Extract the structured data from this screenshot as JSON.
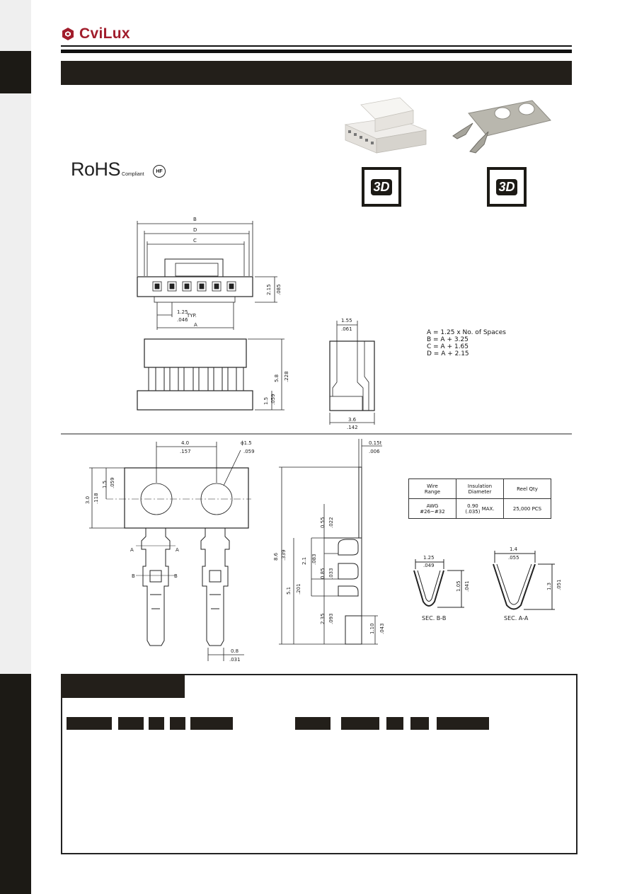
{
  "brand": {
    "name": "CviLux",
    "color": "#a11d2c"
  },
  "compliance": {
    "rohs_main": "RoHS",
    "rohs_sub": "Compliant",
    "hf": "HF"
  },
  "badges": [
    {
      "label": "3D",
      "icon": "3d-model-icon"
    },
    {
      "label": "3D",
      "icon": "3d-model-icon"
    }
  ],
  "housing_drawing": {
    "dim_B": "B",
    "dim_D": "D",
    "dim_C": "C",
    "dim_A": "A",
    "pitch_mm": "1.25",
    "pitch_in": ".046",
    "pitch_note": "TYP.",
    "height_mm": "2.15",
    "height_in": ".085",
    "front_h_mm": "5.8",
    "front_h_in": ".228",
    "base_h_mm": "1.5",
    "base_h_in": ".059",
    "side_top_mm": "1.55",
    "side_top_in": ".061",
    "side_w_mm": "3.6",
    "side_w_in": ".142"
  },
  "formulas": [
    "A = 1.25 x No. of Spaces",
    "B = A + 3.25",
    "C = A + 1.65",
    "D = A + 2.15"
  ],
  "terminal_drawing": {
    "pitch_mm": "4.0",
    "pitch_in": ".157",
    "hole_mm": "ϕ1.5",
    "hole_in": ".059",
    "carrier_h_mm": "3.0",
    "carrier_h_in": ".118",
    "half_h_mm": "1.5",
    "half_h_in": ".059",
    "thick_mm": "0.15t",
    "thick_in": ".006",
    "width_mm": "0.8",
    "width_in": ".031",
    "total_mm": "8.6",
    "total_in": ".339",
    "d055_mm": "0.55",
    "d055_in": ".022",
    "d21_mm": "2.1",
    "d21_in": ".083",
    "d085_mm": "0.85",
    "d085_in": ".033",
    "d51_mm": "5.1",
    "d51_in": ".201",
    "d235_mm": "2.35",
    "d235_in": ".093",
    "d110_mm": "1.10",
    "d110_in": ".043",
    "sec_A": "A",
    "sec_B": "B"
  },
  "spec_table": {
    "headers": [
      "Wire\nRange",
      "Insulation\nDiameter",
      "Reel Qty"
    ],
    "row": {
      "wire_1": "AWG",
      "wire_2": "#26~#32",
      "ins_1": "0.90",
      "ins_2": "(.035)",
      "ins_note": "MAX.",
      "qty": "25,000 PCS"
    }
  },
  "sections": {
    "bb_w_mm": "1.25",
    "bb_w_in": ".049",
    "bb_h_mm": "1.05",
    "bb_h_in": ".041",
    "bb_label": "SEC. B-B",
    "aa_w_mm": "1.4",
    "aa_w_in": ".055",
    "aa_h_mm": "1.3",
    "aa_h_in": ".051",
    "aa_label": "SEC. A-A"
  }
}
